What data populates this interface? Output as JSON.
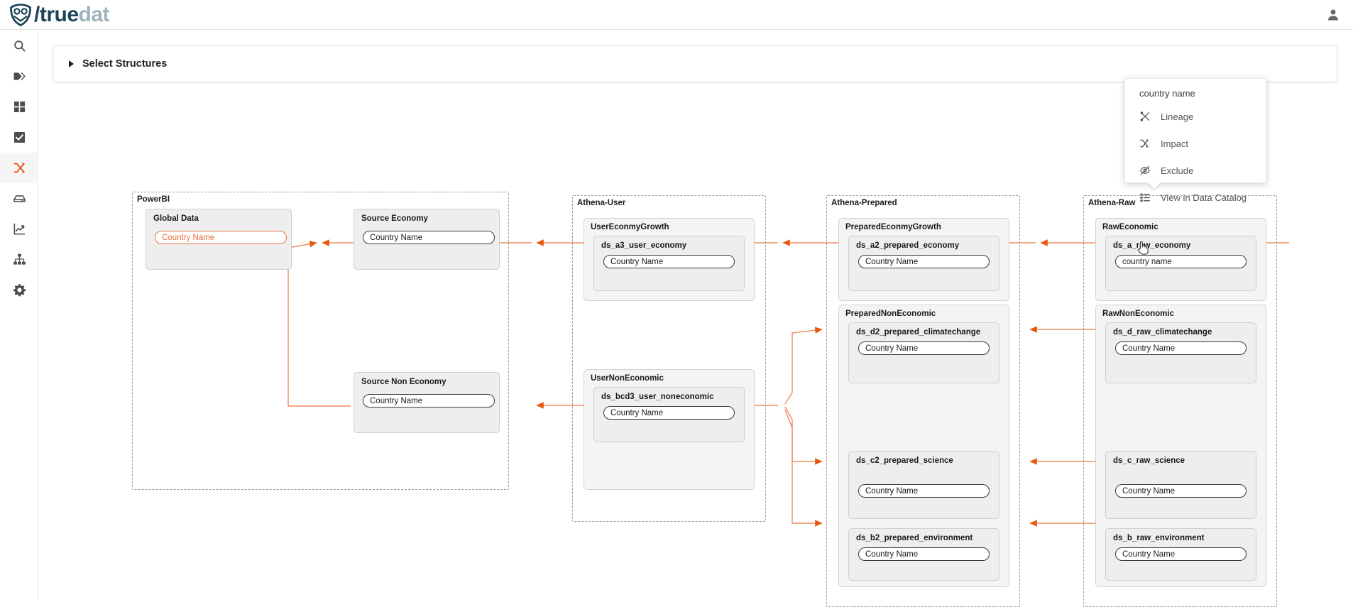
{
  "app": {
    "logo_true": "true",
    "logo_dat": "dat",
    "logo_slash": "/",
    "user_icon": "user-avatar-icon"
  },
  "panel": {
    "title": "Select Structures"
  },
  "sidebar": {
    "items": [
      {
        "name": "search",
        "icon": "search-icon",
        "active": false
      },
      {
        "name": "tags",
        "icon": "tag-icon",
        "active": false
      },
      {
        "name": "domains",
        "icon": "grid-icon",
        "active": false
      },
      {
        "name": "quality",
        "icon": "checkbox-icon",
        "active": false
      },
      {
        "name": "lineage",
        "icon": "shuffle-icon",
        "active": true
      },
      {
        "name": "data-sources",
        "icon": "database-icon",
        "active": false
      },
      {
        "name": "metrics",
        "icon": "chart-icon",
        "active": false
      },
      {
        "name": "hierarchy",
        "icon": "sitemap-icon",
        "active": false
      },
      {
        "name": "settings",
        "icon": "gear-icon",
        "active": false
      }
    ]
  },
  "context_menu": {
    "title": "country name",
    "items": [
      {
        "label": "Lineage",
        "icon": "lineage-icon"
      },
      {
        "label": "Impact",
        "icon": "impact-icon"
      },
      {
        "label": "Exclude",
        "icon": "eye-off-icon"
      },
      {
        "label": "View in Data Catalog",
        "icon": "list-icon"
      }
    ]
  },
  "colors": {
    "accent": "#e8570e",
    "link": "#ef8b5e",
    "brand_dark": "#1d4558",
    "brand_light": "#9fb2bd"
  },
  "graph": {
    "systems": [
      {
        "name": "powerbi",
        "label": "PowerBI"
      },
      {
        "name": "athena-user",
        "label": "Athena-User"
      },
      {
        "name": "athena-prepared",
        "label": "Athena-Prepared"
      },
      {
        "name": "athena-raw",
        "label": "Athena-Raw"
      }
    ],
    "groups": [
      {
        "name": "user-econmy-growth",
        "label": "UserEconmyGrowth"
      },
      {
        "name": "user-non-economic",
        "label": "UserNonEconomic"
      },
      {
        "name": "prepared-econmy-growth",
        "label": "PreparedEconmyGrowth"
      },
      {
        "name": "prepared-non-economic",
        "label": "PreparedNonEconomic"
      },
      {
        "name": "raw-economic",
        "label": "RawEconomic"
      },
      {
        "name": "raw-non-economic",
        "label": "RawNonEconomic"
      }
    ],
    "nodes": [
      {
        "name": "global-data",
        "label": "Global Data",
        "field": "Country Name",
        "highlight": true
      },
      {
        "name": "source-economy",
        "label": "Source Economy",
        "field": "Country Name",
        "highlight": false
      },
      {
        "name": "source-non-economy",
        "label": "Source Non Economy",
        "field": "Country Name",
        "highlight": false
      },
      {
        "name": "ds-a3-user-economy",
        "label": "ds_a3_user_economy",
        "field": "Country Name",
        "highlight": false
      },
      {
        "name": "ds-bcd3-user-noneconomic",
        "label": "ds_bcd3_user_noneconomic",
        "field": "Country Name",
        "highlight": false
      },
      {
        "name": "ds-a2-prepared-economy",
        "label": "ds_a2_prepared_economy",
        "field": "Country Name",
        "highlight": false
      },
      {
        "name": "ds-d2-prepared-climatechange",
        "label": "ds_d2_prepared_climatechange",
        "field": "Country Name",
        "highlight": false
      },
      {
        "name": "ds-c2-prepared-science",
        "label": "ds_c2_prepared_science",
        "field": "Country Name",
        "highlight": false
      },
      {
        "name": "ds-b2-prepared-environment",
        "label": "ds_b2_prepared_environment",
        "field": "Country Name",
        "highlight": false
      },
      {
        "name": "ds-a-raw-economy",
        "label": "ds_a_raw_economy",
        "field": "country name",
        "highlight": false
      },
      {
        "name": "ds-d-raw-climatechange",
        "label": "ds_d_raw_climatechange",
        "field": "Country Name",
        "highlight": false
      },
      {
        "name": "ds-c-raw-science",
        "label": "ds_c_raw_science",
        "field": "Country Name",
        "highlight": false
      },
      {
        "name": "ds-b-raw-environment",
        "label": "ds_b_raw_environment",
        "field": "Country Name",
        "highlight": false
      }
    ]
  }
}
